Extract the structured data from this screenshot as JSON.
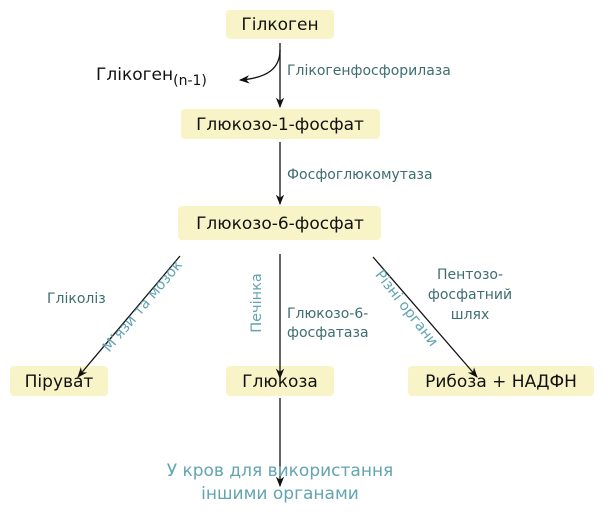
{
  "nodes": {
    "glycogen": "Гілкоген",
    "glycogen_n1": "Глікоген",
    "glycogen_n1_sub": "(n-1)",
    "g1p": "Глюкозо-1-фосфат",
    "g6p": "Глюкозо-6-фосфат",
    "pyruvate": "Піруват",
    "glucose": "Глюкоза",
    "ribose": "Рибоза + НАДФН"
  },
  "enzymes": {
    "phosphorylase": "Глікогенфосфорилаза",
    "mutase": "Фосфоглюкомутаза",
    "glycolysis": "Гліколіз",
    "g6pase": [
      "Глюкозо-6-",
      "фосфатаза"
    ],
    "ppp": [
      "Пентозо-",
      "фосфатний",
      "шлях"
    ]
  },
  "tissues": {
    "muscle_brain": "М’язи та мозок",
    "liver": "Печінка",
    "various": "Різні органи"
  },
  "destination": [
    "У кров для використання",
    "іншими органами"
  ],
  "colors": {
    "box": "#f9f4c8",
    "enzyme": "#3e6d70",
    "tissue": "#62a4b1"
  }
}
